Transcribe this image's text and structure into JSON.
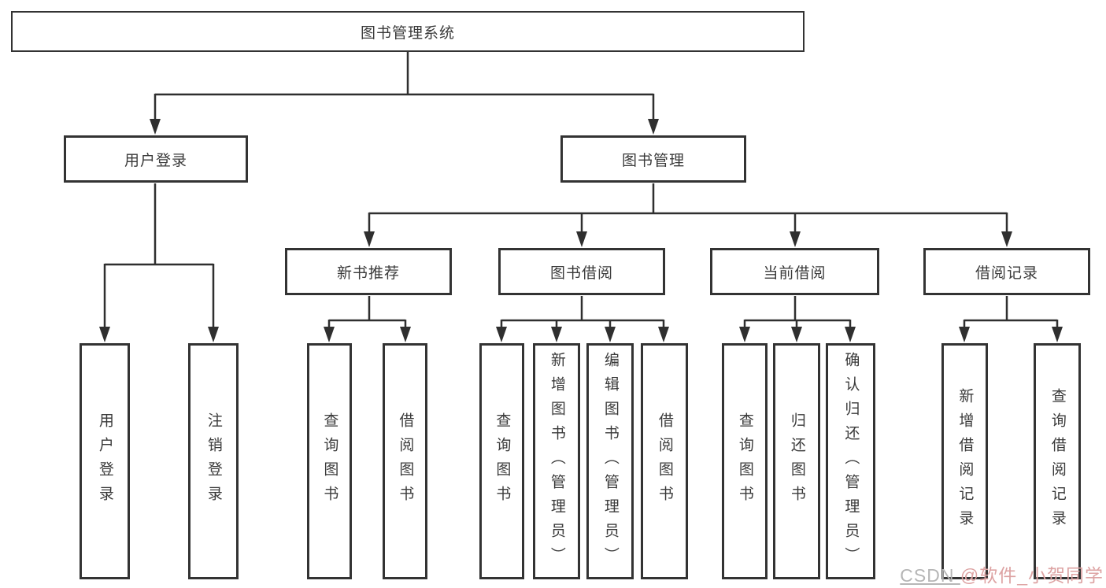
{
  "colors": {
    "line": "#2f2f2f",
    "box_border": "#333333",
    "text": "#3a3a3a",
    "watermark_brand": "#b6b6b6",
    "watermark_user": "#dda3a3"
  },
  "watermark": {
    "brand": "CSDN ",
    "user": "@软件_小贺同学"
  },
  "tree": {
    "root": {
      "label": "图书管理系统",
      "children": [
        {
          "label": "用户登录",
          "children": [
            {
              "label": "用户登录"
            },
            {
              "label": "注销登录"
            }
          ]
        },
        {
          "label": "图书管理",
          "children": [
            {
              "label": "新书推荐",
              "children": [
                {
                  "label": "查询图书"
                },
                {
                  "label": "借阅图书"
                }
              ]
            },
            {
              "label": "图书借阅",
              "children": [
                {
                  "label": "查询图书"
                },
                {
                  "label": "新增图书（管理员）"
                },
                {
                  "label": "编辑图书（管理员）"
                },
                {
                  "label": "借阅图书"
                }
              ]
            },
            {
              "label": "当前借阅",
              "children": [
                {
                  "label": "查询图书"
                },
                {
                  "label": "归还图书"
                },
                {
                  "label": "确认归还（管理员）"
                }
              ]
            },
            {
              "label": "借阅记录",
              "children": [
                {
                  "label": "新增借阅记录"
                },
                {
                  "label": "查询借阅记录"
                }
              ]
            }
          ]
        }
      ]
    }
  }
}
